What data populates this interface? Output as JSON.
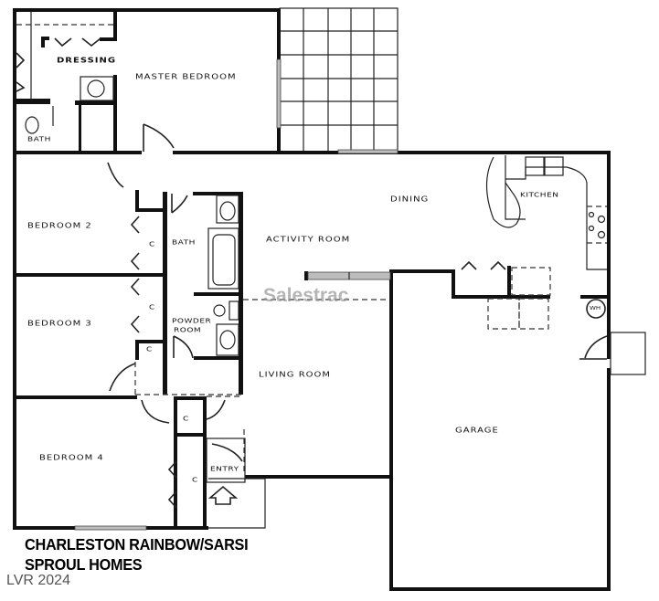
{
  "plan": {
    "title_line1": "CHARLESTON RAINBOW/SARSI",
    "title_line2": "SPROUL HOMES",
    "copyright": "LVR 2024",
    "watermark": "Salestrac",
    "colors": {
      "wall": "#111111",
      "background": "#ffffff",
      "watermark": "#969696"
    }
  },
  "rooms": {
    "dressing": "DRESSING",
    "master_bedroom": "MASTER BEDROOM",
    "master_bath": "BATH",
    "bedroom2": "BEDROOM 2",
    "bedroom3": "BEDROOM 3",
    "bedroom4": "BEDROOM 4",
    "hall_bath": "BATH",
    "powder_room_1": "POWDER",
    "powder_room_2": "ROOM",
    "activity_room": "ACTIVITY ROOM",
    "dining": "DINING",
    "kitchen": "KITCHEN",
    "living_room": "LIVING ROOM",
    "garage": "GARAGE",
    "entry": "ENTRY",
    "water_heater": "WH",
    "closet_1": "C",
    "closet_2": "C",
    "closet_3": "C",
    "closet_4": "C",
    "closet_5": "C"
  }
}
